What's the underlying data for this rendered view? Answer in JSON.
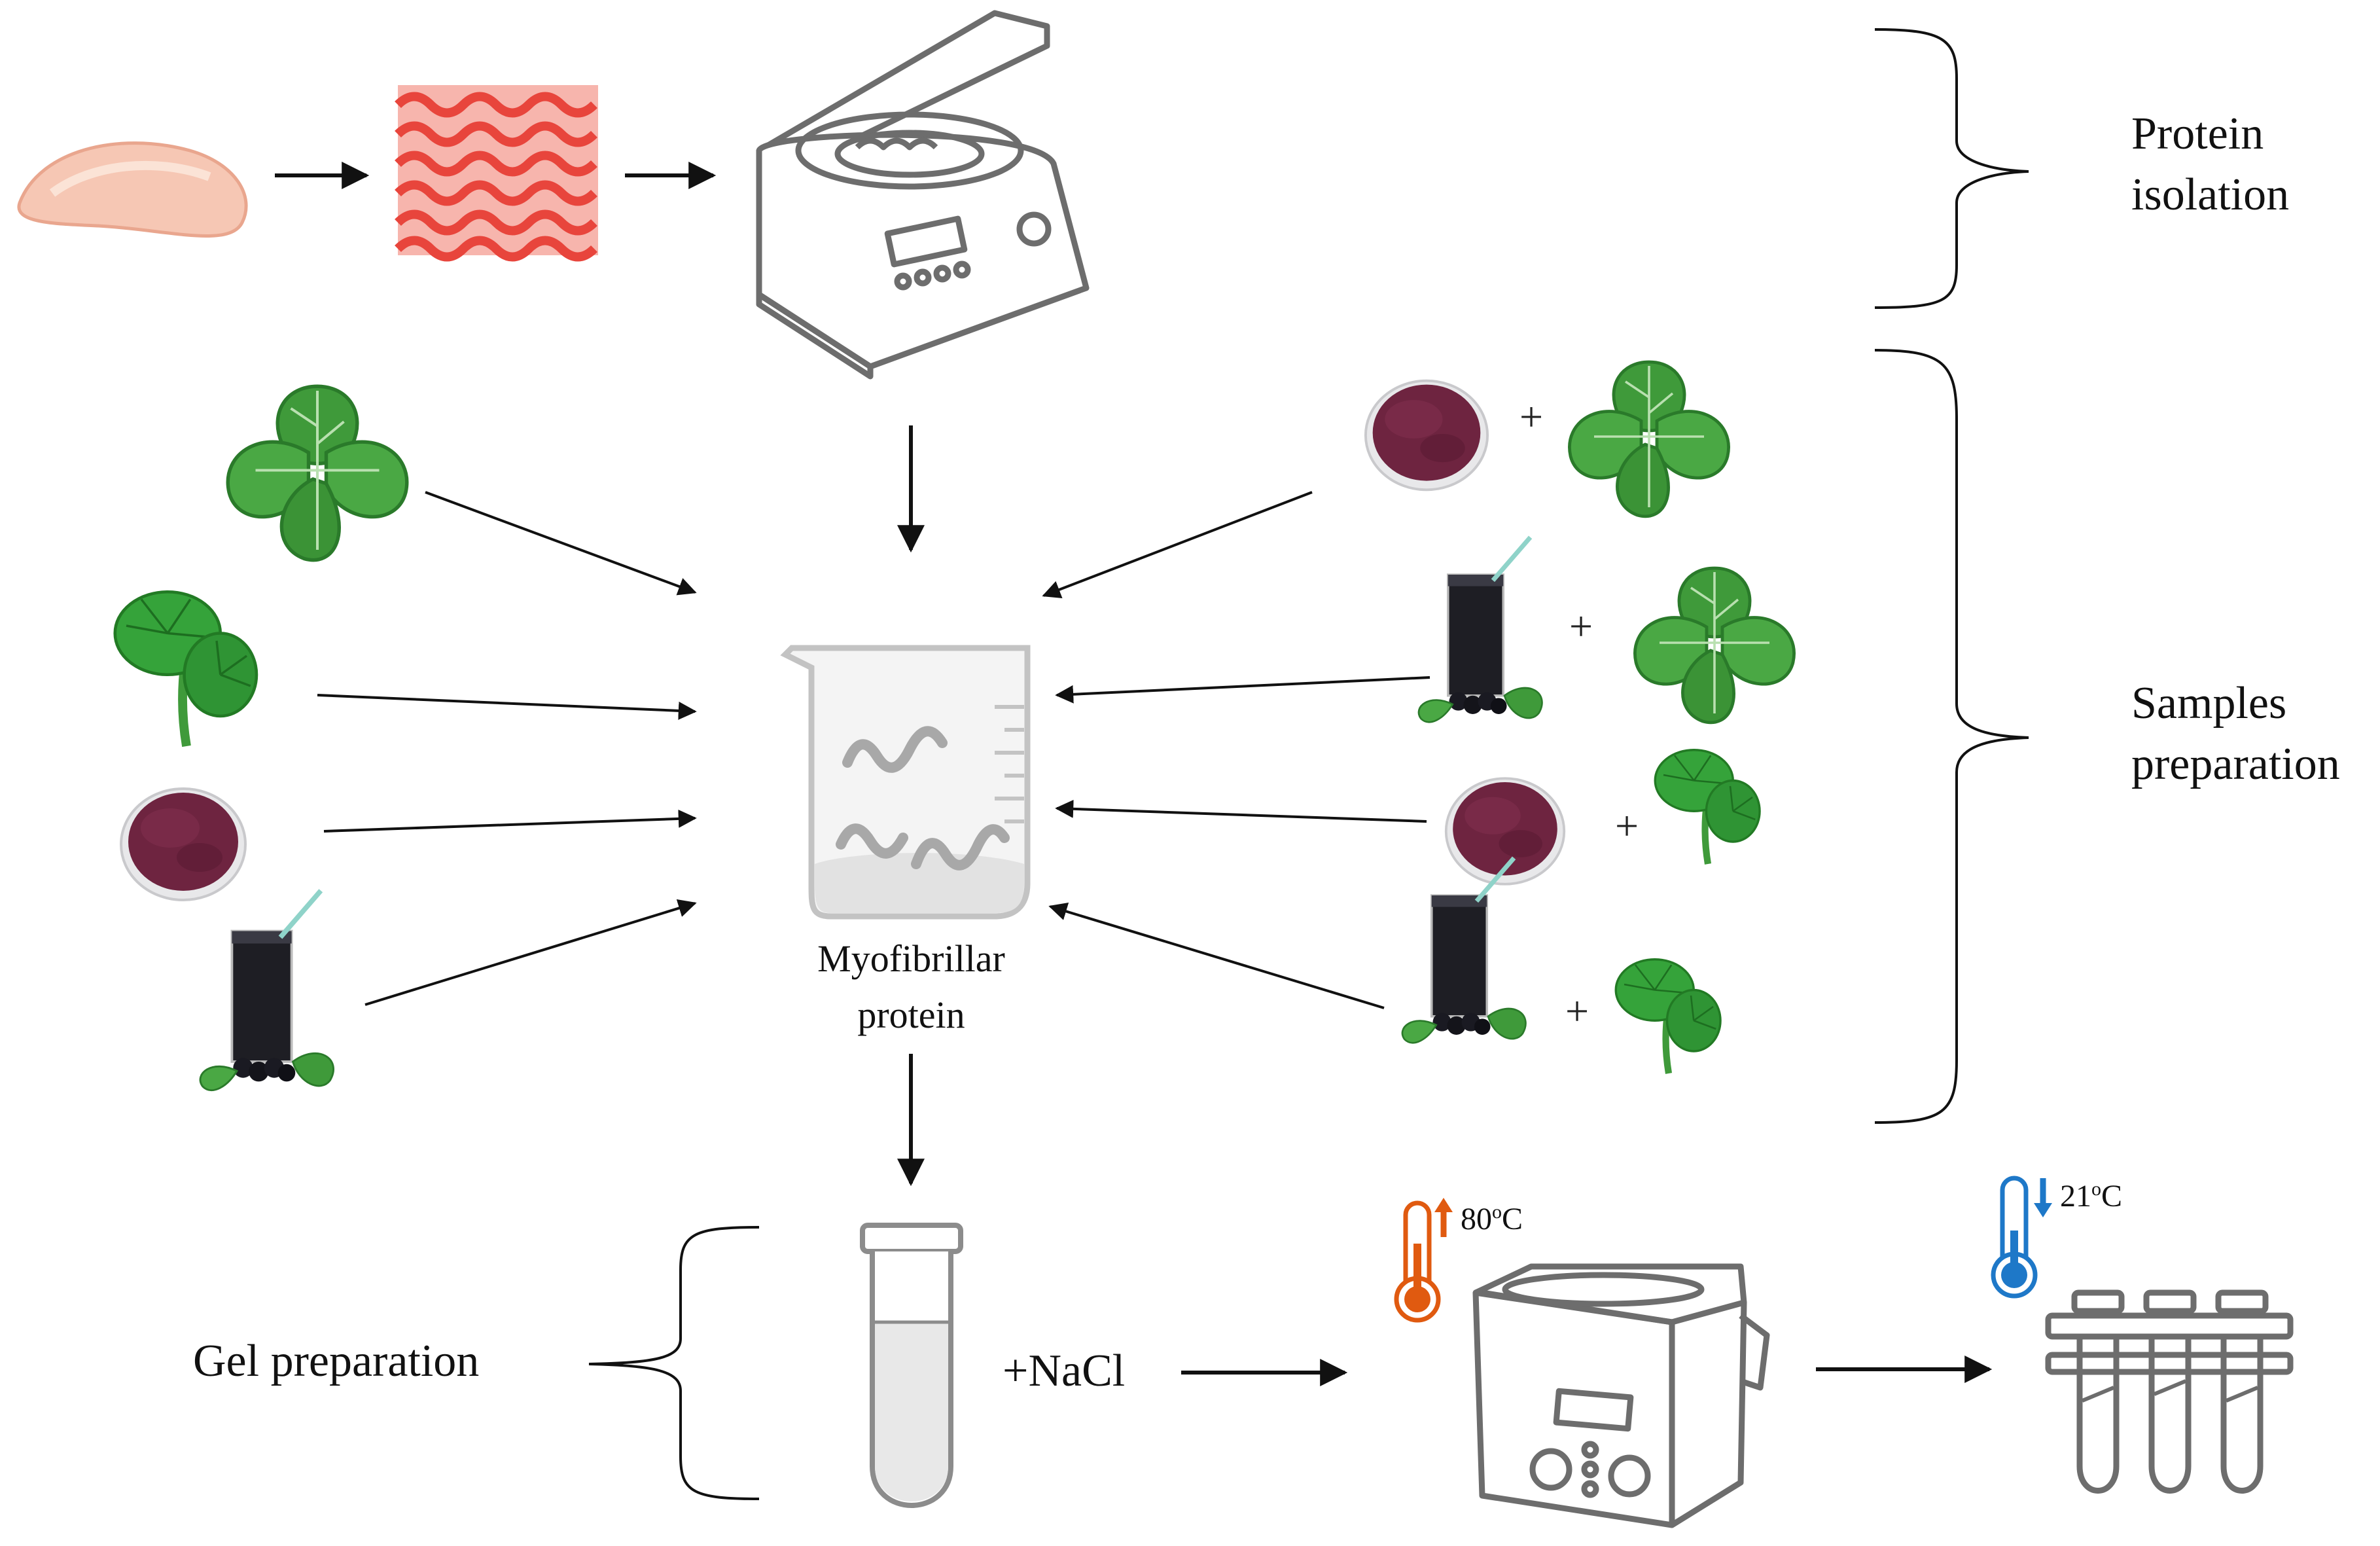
{
  "labels": {
    "protein_isolation_1": "Protein",
    "protein_isolation_2": "isolation",
    "samples_preparation_1": "Samples",
    "samples_preparation_2": "preparation",
    "myofibrillar_1": "Myofibrillar",
    "myofibrillar_2": "protein",
    "gel_preparation": "Gel preparation",
    "nacl": "+NaCl",
    "plus": "+",
    "temp_hot_value": "80",
    "temp_hot_unit_sup": "o",
    "temp_hot_unit": "C",
    "temp_cold_value": "21",
    "temp_cold_unit_sup": "o",
    "temp_cold_unit": "C"
  },
  "colors": {
    "arrow": "#111111",
    "meat_outer": "#f6c7b4",
    "meat_inner": "#fbe3d6",
    "minced": "#e8453c",
    "leaf": "#3f9a3a",
    "leaf_dark": "#2a7a2a",
    "powder": "#6e2440",
    "juice": "#1e1e24",
    "equipment": "#6d6d6d",
    "hot": "#e05a10",
    "cold": "#1e78c8"
  },
  "icons": [
    "chicken-breast-icon",
    "minced-meat-icon",
    "centrifuge-icon",
    "lemon-balm-icon",
    "gotu-kola-icon",
    "berry-powder-icon",
    "berry-juice-icon",
    "beaker-icon",
    "test-tube-icon",
    "ultrasonic-bath-icon",
    "thermometer-hot-icon",
    "thermometer-cold-icon",
    "test-tube-rack-icon",
    "brace-icon"
  ]
}
